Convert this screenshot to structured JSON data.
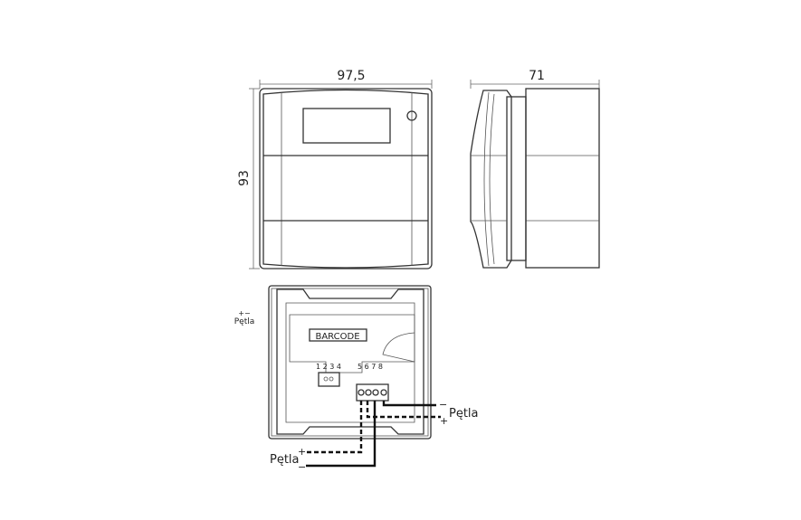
{
  "dimensions": {
    "width": "97,5",
    "height": "93",
    "depth": "71"
  },
  "rear_view": {
    "barcode_label": "BARCODE",
    "terminals_left": "1 2 3 4",
    "terminals_right": "5 6 7 8"
  },
  "legend": {
    "plus_minus": "+−",
    "label": "Pętla"
  },
  "wires": {
    "right_label": "Pętla",
    "right_minus": "−",
    "right_plus": "+",
    "bottom_label": "Pętla",
    "bottom_plus": "+",
    "bottom_minus": "−"
  }
}
